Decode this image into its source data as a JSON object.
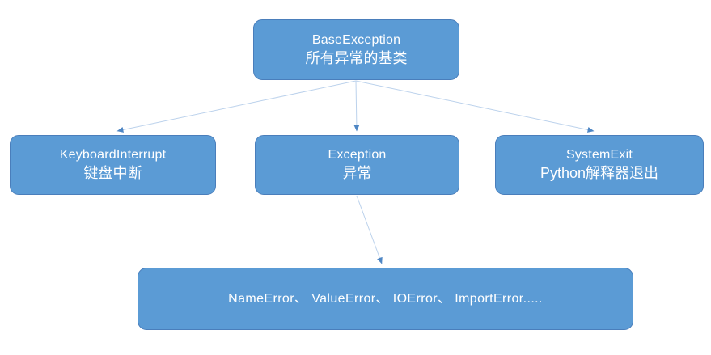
{
  "colors": {
    "page_bg": "#ffffff",
    "node_fill": "#5b9bd5",
    "node_border": "#4a7ebb",
    "node_text": "#ffffff",
    "arrow_line": "#bcd2ec",
    "arrow_head": "#4e86c4"
  },
  "diagram": {
    "nodes": {
      "base_exception": {
        "title": "BaseException",
        "subtitle": "所有异常的基类"
      },
      "keyboard_interrupt": {
        "title": "KeyboardInterrupt",
        "subtitle": "键盘中断"
      },
      "exception": {
        "title": "Exception",
        "subtitle": "异常"
      },
      "system_exit": {
        "title": "SystemExit",
        "subtitle": "Python解释器退出"
      },
      "subclasses": {
        "title": "NameError、 ValueError、 IOError、 ImportError....."
      }
    },
    "edges": [
      {
        "from": "base_exception",
        "to": "keyboard_interrupt"
      },
      {
        "from": "base_exception",
        "to": "exception"
      },
      {
        "from": "base_exception",
        "to": "system_exit"
      },
      {
        "from": "exception",
        "to": "subclasses"
      }
    ]
  }
}
